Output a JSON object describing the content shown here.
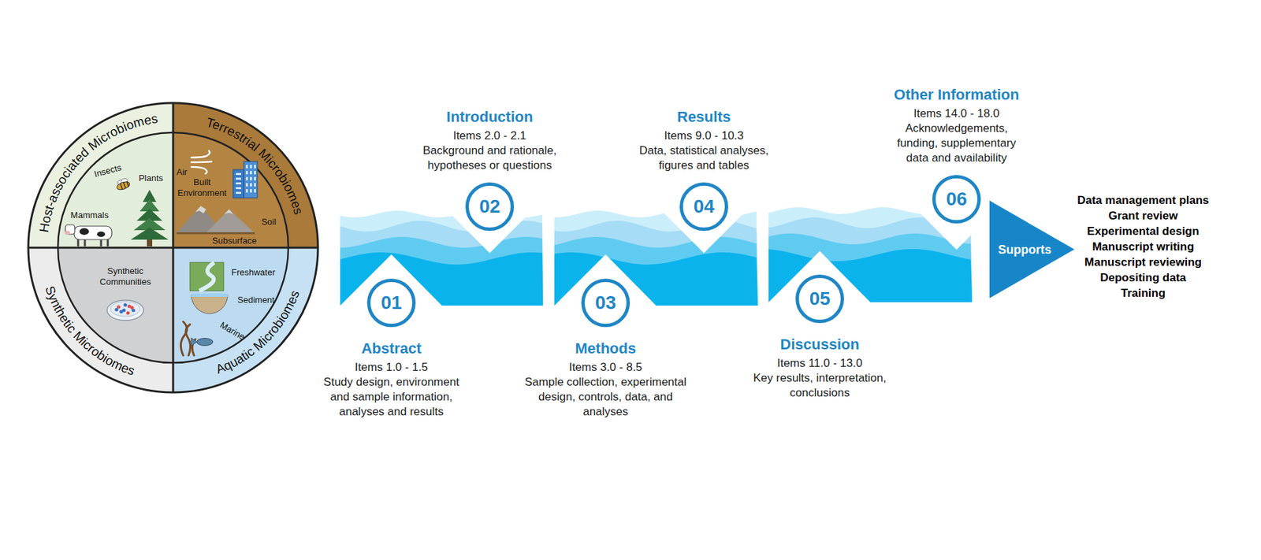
{
  "diagram": {
    "nodes": [
      {
        "text": [
          "01",
          "Abstract",
          "Items 1.0 - 1.5",
          "Study design, environment and sample information, analyses and results"
        ]
      },
      {
        "text": [
          "02",
          "Introduction",
          "Items 2.0 - 2.1",
          "Background and rationale, hypotheses or questions"
        ]
      },
      {
        "text": [
          "03",
          "Methods",
          "Items 3.0 - 8.5",
          "Sample collection, experimental design, controls, data, and analyses"
        ]
      },
      {
        "text": [
          "04",
          "Results",
          "Items 9.0 - 10.3",
          "Data, statistical analyses, figures and tables"
        ]
      },
      {
        "text": [
          "05",
          "Discussion",
          "Items 11.0 - 13.0",
          "Key results, interpretation, conclusions"
        ]
      },
      {
        "text": [
          "06",
          "Other Information",
          "Items 14.0 - 18.0",
          "Acknowledgements, funding, supplementary data and availability"
        ]
      },
      {
        "text": [
          "Supports"
        ]
      }
    ],
    "labels": [
      "Host-associated Microbiomes",
      "Terrestrial Microbiomes",
      "Insects",
      "Plants",
      "Mammals",
      "Air",
      "Built Environment",
      "Soil",
      "Subsurface",
      "Synthetic Communities",
      "Freshwater",
      "Sediment",
      "Marine",
      "Synthetic Microbiomes",
      "Aquatic Microbiomes",
      "Data management plans",
      "Grant review",
      "Experimental design",
      "Manuscript writing",
      "Manuscript reviewing",
      "Depositing data",
      "Training"
    ]
  }
}
